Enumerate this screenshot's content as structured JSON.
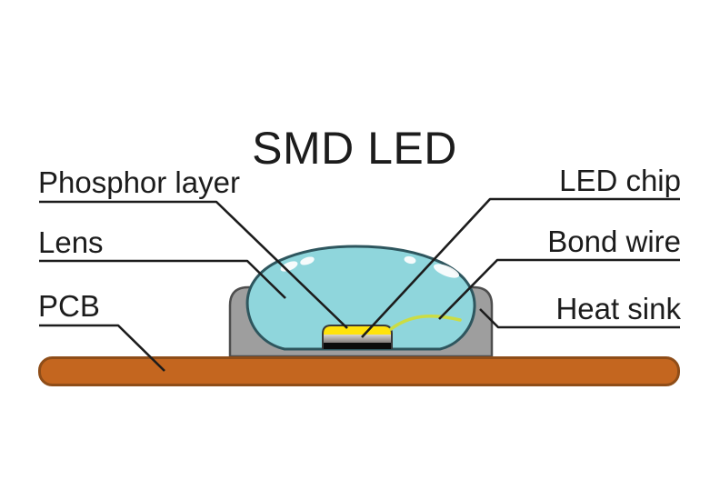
{
  "title": "SMD LED",
  "labels": {
    "phosphor_layer": "Phosphor layer",
    "lens": "Lens",
    "pcb": "PCB",
    "led_chip": "LED chip",
    "bond_wire": "Bond wire",
    "heat_sink": "Heat sink"
  },
  "colors": {
    "text": "#1c1c1c",
    "leader_line": "#1c1c1c",
    "lens_fill": "#8FD6DC",
    "lens_outline": "#2E565E",
    "lens_highlight": "#FFFFFF",
    "heat_sink_fill": "#9E9E9E",
    "heat_sink_outline": "#4E4E4E",
    "pcb_fill": "#C4661F",
    "pcb_outline": "#8F4D18",
    "phosphor_yellow": "#FFE30C",
    "chip_silver_light": "#D9D5D1",
    "chip_silver_dark": "#837D7B",
    "chip_black": "#0B0B0B",
    "chip_outline": "#3A3A3A",
    "bond_wire_green": "#CBDC43"
  }
}
